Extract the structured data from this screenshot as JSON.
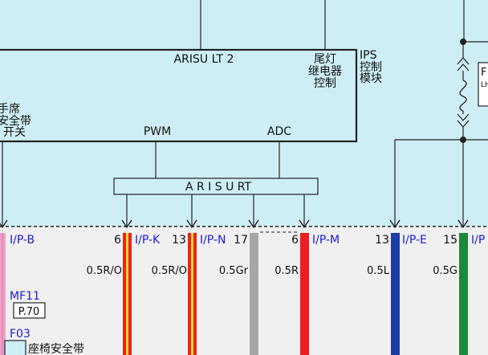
{
  "colors": {
    "upper_bg": "#cdeef4",
    "lower_bg": "#f0f0f0",
    "line": "#222222",
    "connector_label": "#1a1ad6",
    "wire_ro_red": "#e8261a",
    "wire_ro_stripe": "#f5d23a",
    "wire_gr": "#a6a6a6",
    "wire_r": "#ee1c24",
    "wire_l": "#1b3ea8",
    "wire_g": "#1a8a3a",
    "wire_pink": "#f2a0c8"
  },
  "modules": {
    "main_name": "ARISU LT 2",
    "tail_relay_line1": "尾灯",
    "tail_relay_line2": "继电器",
    "tail_relay_line3": "控制",
    "ips_line1": "IPS",
    "ips_line2": "控制",
    "ips_line3": "模块",
    "seatbelt_line1": "手席",
    "seatbelt_line2": "安全带",
    "seatbelt_line3": "开关",
    "pwm": "PWM",
    "adc": "ADC",
    "arisurt": "A R I S U RT"
  },
  "fuse_box": {
    "label_top": "F",
    "label_sub": "LH"
  },
  "wires": [
    {
      "pin": "",
      "connector": "I/P-B",
      "spec": ""
    },
    {
      "pin": "6",
      "connector": "I/P-K",
      "spec": "0.5R/O"
    },
    {
      "pin": "13",
      "connector": "I/P-N",
      "spec": "0.5R/O"
    },
    {
      "pin": "17",
      "connector": "",
      "spec": "0.5Gr"
    },
    {
      "pin": "6",
      "connector": "I/P-M",
      "spec": "0.5R"
    },
    {
      "pin": "13",
      "connector": "I/P-E",
      "spec": "0.5L"
    },
    {
      "pin": "15",
      "connector": "I/P",
      "spec": "0.5G"
    }
  ],
  "left_ref": {
    "mf": "MF11",
    "page": "P.70",
    "f": "F03",
    "seat": "座椅安全带"
  }
}
